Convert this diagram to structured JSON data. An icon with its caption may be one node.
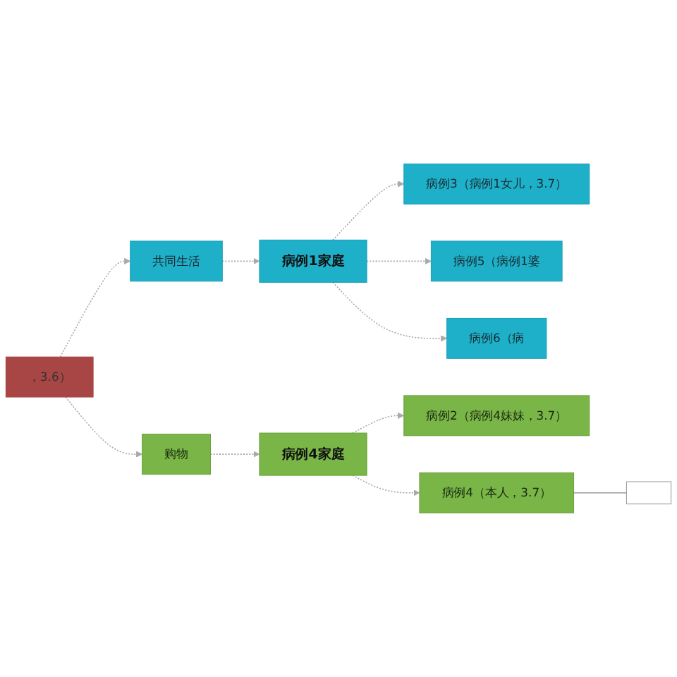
{
  "diagram": {
    "nodes": [
      {
        "text": [
          "，3.6）"
        ]
      },
      {
        "text": [
          "共同生活"
        ]
      },
      {
        "text": [
          "病例1家庭"
        ]
      },
      {
        "text": [
          "病例3（病例1女儿，3.7）"
        ]
      },
      {
        "text": [
          "病例5（病例1婆"
        ]
      },
      {
        "text": [
          "病例6（病"
        ]
      },
      {
        "text": [
          "购物"
        ]
      },
      {
        "text": [
          "病例4家庭"
        ]
      },
      {
        "text": [
          "病例2（病例4妹妹，3.7）"
        ]
      },
      {
        "text": [
          "病例4（本人，3.7）"
        ]
      },
      {
        "text": [],
        "shape": "box"
      }
    ],
    "edges": [
      {
        "from": 0,
        "to": 1,
        "arrow": "to",
        "style": "dashed"
      },
      {
        "from": 1,
        "to": 2,
        "arrow": "to",
        "style": "dashed"
      },
      {
        "from": 2,
        "to": 3,
        "arrow": "to",
        "style": "dashed"
      },
      {
        "from": 2,
        "to": 4,
        "arrow": "to",
        "style": "dashed"
      },
      {
        "from": 2,
        "to": 5,
        "arrow": "to",
        "style": "dashed"
      },
      {
        "from": 0,
        "to": 6,
        "arrow": "to",
        "style": "dashed"
      },
      {
        "from": 6,
        "to": 7,
        "arrow": "to",
        "style": "dashed"
      },
      {
        "from": 7,
        "to": 8,
        "arrow": "to",
        "style": "dashed"
      },
      {
        "from": 7,
        "to": 9,
        "arrow": "to",
        "style": "dashed"
      },
      {
        "from": 9,
        "to": 10,
        "arrow": "none"
      }
    ]
  }
}
